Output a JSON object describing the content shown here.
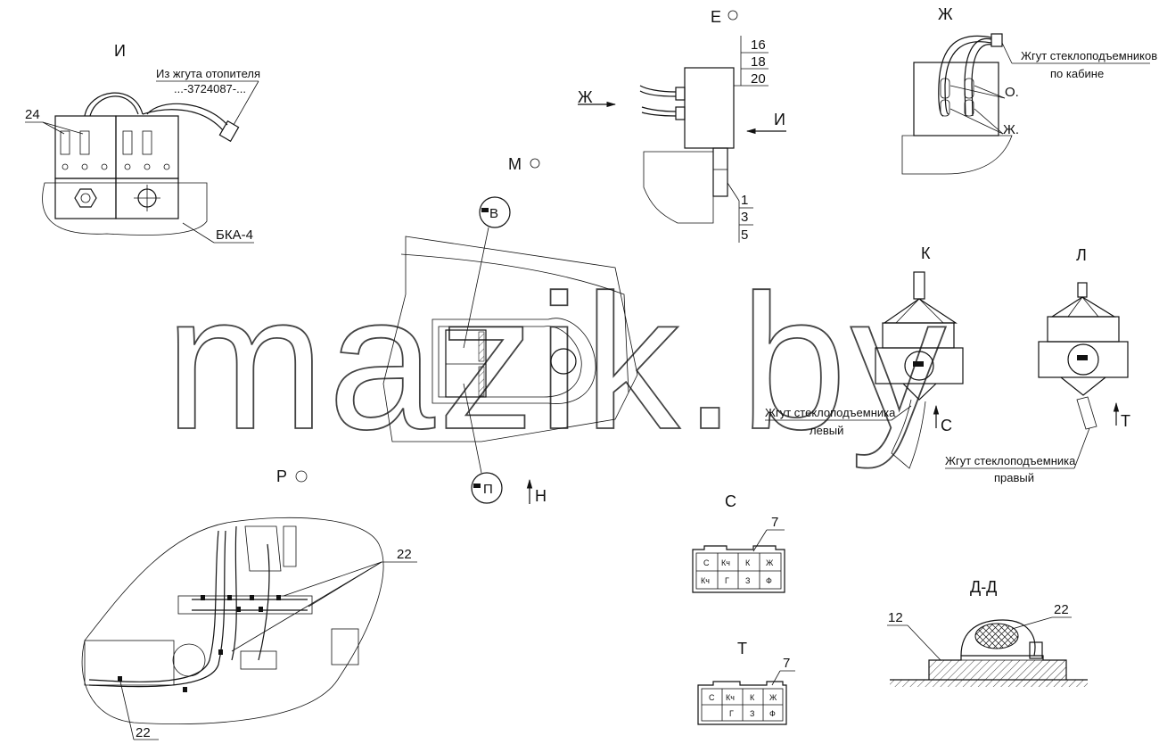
{
  "watermark": "mazik.by",
  "views": {
    "I": {
      "letter": "И",
      "note_line1": "Из жгута отопителя",
      "note_line2": "...-3724087-...",
      "callout": "24",
      "block": "БКА-4"
    },
    "E": {
      "letter": "Е",
      "top_numbers": [
        "16",
        "18",
        "20"
      ],
      "bottom_numbers": [
        "1",
        "3",
        "5"
      ],
      "arrow_zh": "Ж",
      "arrow_i": "И"
    },
    "Zh": {
      "letter": "Ж",
      "harness": "Жгут стеклоподъемников",
      "harness2": "по кабине",
      "mark_o": "О.",
      "mark_zh": "Ж."
    },
    "M": {
      "letter": "М",
      "conn_v": "В",
      "conn_p": "П",
      "arrow_n": "Н"
    },
    "K": {
      "letter": "К",
      "arrow_s": "С",
      "harness_left1": "Жгут стеклоподъемника",
      "harness_left2": "левый"
    },
    "L": {
      "letter": "Л",
      "arrow_t": "Т",
      "harness_right1": "Жгут стеклоподъемника",
      "harness_right2": "правый"
    },
    "R": {
      "letter": "Р",
      "callout_top": "22",
      "callout_bottom": "22"
    },
    "S": {
      "letter": "С",
      "callout": "7",
      "row1": [
        "С",
        "Кч",
        "К",
        "Ж"
      ],
      "row2": [
        "Кч",
        "Г",
        "З",
        "Ф"
      ]
    },
    "T": {
      "letter": "Т",
      "callout": "7",
      "row1": [
        "С",
        "Кч",
        "К",
        "Ж"
      ],
      "row2": [
        "",
        "Г",
        "З",
        "Ф"
      ]
    },
    "DD": {
      "title": "Д-Д",
      "callout_left": "12",
      "callout_right": "22"
    }
  }
}
